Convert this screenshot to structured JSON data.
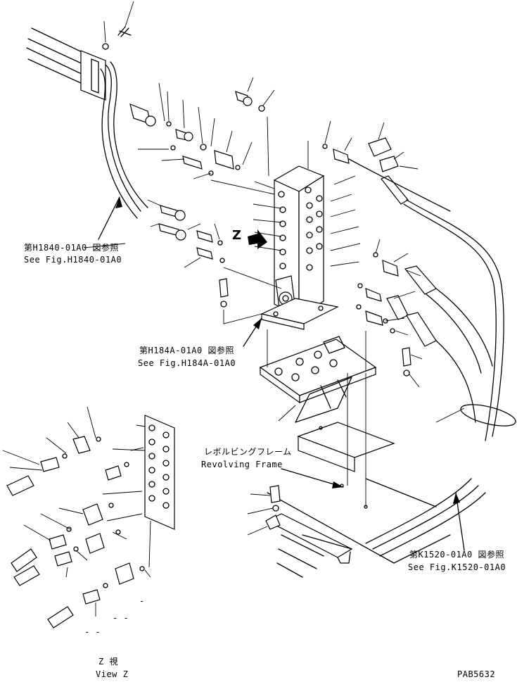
{
  "labels": {
    "ref_h1840_jp": "第H1840-01A0 図参照",
    "ref_h1840_en": "See Fig.H1840-01A0",
    "ref_h184a_jp": "第H184A-01A0 図参照",
    "ref_h184a_en": "See Fig.H184A-01A0",
    "frame_jp": "レボルビングフレーム",
    "frame_en": "Revolving Frame",
    "ref_k1520_jp": "第K1520-01A0 図参照",
    "ref_k1520_en": "See Fig.K1520-01A0",
    "view_letter": "Z",
    "view_jp": "Z 視",
    "view_en": "View Z",
    "drawing_code": "PAB5632"
  }
}
